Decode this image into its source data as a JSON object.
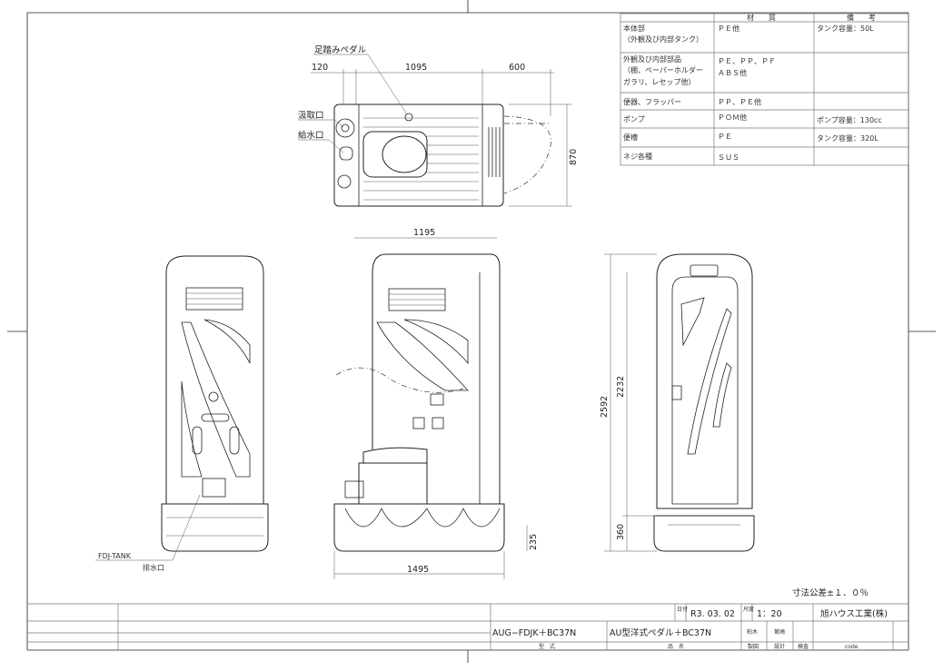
{
  "materials_table": {
    "headers": [
      "",
      "材　　質",
      "備　　考"
    ],
    "rows": [
      {
        "part": [
          "本体部",
          "（外観及び内部タンク）"
        ],
        "material": [
          "ＰＥ他"
        ],
        "note": "タンク容量：50L"
      },
      {
        "part": [
          "外観及び内部部品",
          "（棚、ペーパーホルダー",
          "ガラリ、レセップ他）"
        ],
        "material": [
          "ＰＥ、ＰＰ、ＰＦ",
          "ＡＢＳ他"
        ],
        "note": ""
      },
      {
        "part": [
          "便器、フラッパー"
        ],
        "material": [
          "ＰＰ、ＰＥ他"
        ],
        "note": ""
      },
      {
        "part": [
          "ポンプ"
        ],
        "material": [
          "ＰＯＭ他"
        ],
        "note": "ポンプ容量：130cc"
      },
      {
        "part": [
          "便槽"
        ],
        "material": [
          "ＰＥ"
        ],
        "note": "タンク容量：320L"
      },
      {
        "part": [
          "ネジ各種"
        ],
        "material": [
          "ＳＵＳ"
        ],
        "note": ""
      }
    ]
  },
  "plan_view": {
    "labels": {
      "pedal": "足踏みペダル",
      "suction_port": "汲取口",
      "water_inlet": "給水口"
    },
    "dims": {
      "left": "120",
      "middle": "1095",
      "right": "600",
      "depth": "870"
    }
  },
  "elevations": {
    "dims": {
      "width_top": "1195",
      "inner_height": "2232",
      "total_height": "2592",
      "base_height": "360",
      "tank_height": "235",
      "width_bottom": "1495"
    },
    "labels": {
      "tank": "FDJ-TANK",
      "drain": "排水口"
    }
  },
  "tolerance": "寸法公差±１．０％",
  "title_block": {
    "date_label": "日付",
    "date": "R3. 03. 02",
    "scale_label": "尺度",
    "scale": "1：20",
    "company": "旭ハウス工業(株)",
    "model": "AUG−FDJK＋BC37N",
    "product_name": "AU型洋式ペダル＋BC37N",
    "drafter": "柏木",
    "designer": "鷲崎",
    "labels": {
      "model": "型　式",
      "product": "品　名",
      "drafted": "製図",
      "designed": "設計",
      "checked": "検査",
      "code": "code"
    }
  }
}
